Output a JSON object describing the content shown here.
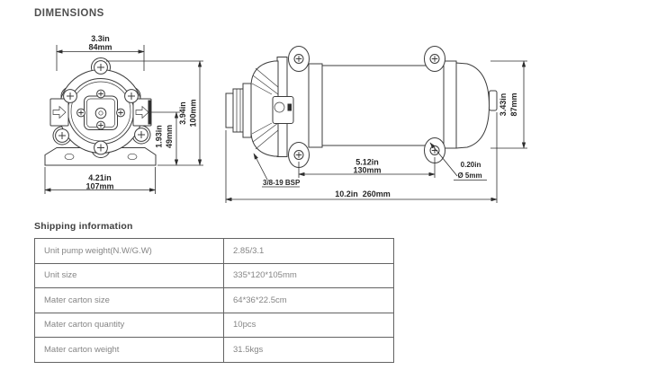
{
  "title": "DIMENSIONS",
  "front_view": {
    "width": {
      "inches": "3.3in",
      "mm": "84mm"
    },
    "height": {
      "inches": "3.94in",
      "mm": "100mm"
    },
    "port_height": {
      "inches": "1.93in",
      "mm": "49mm"
    },
    "base_width": {
      "inches": "4.21in",
      "mm": "107mm"
    }
  },
  "side_view": {
    "mount_span": {
      "inches": "5.12in",
      "mm": "130mm"
    },
    "overall_length": "10.2in  260mm",
    "mount_hole": {
      "inches": "0.20in",
      "diameter": "Ø 5mm"
    },
    "body_height": {
      "inches": "3.43in",
      "mm": "87mm"
    },
    "thread_label": "3/8-19 BSP"
  },
  "shipping": {
    "heading": "Shipping information",
    "rows": [
      {
        "label": "Unit pump weight(N.W/G.W)",
        "value": "2.85/3.1"
      },
      {
        "label": "Unit size",
        "value": "335*120*105mm"
      },
      {
        "label": "Mater carton size",
        "value": "64*36*22.5cm"
      },
      {
        "label": "Mater carton quantity",
        "value": "10pcs"
      },
      {
        "label": "Mater carton weight",
        "value": "31.5kgs"
      }
    ]
  }
}
